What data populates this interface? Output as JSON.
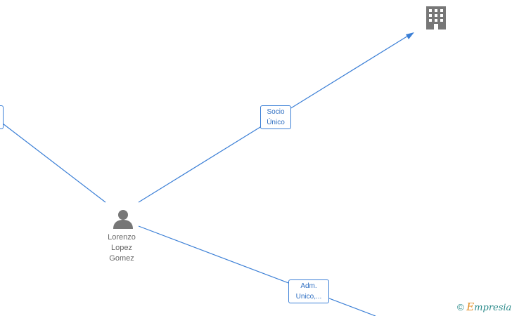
{
  "nodes": {
    "person": {
      "name_lines": [
        "Lorenzo",
        "Lopez",
        "Gomez"
      ],
      "icon": "person-icon"
    },
    "company": {
      "icon": "building-icon"
    }
  },
  "edges": {
    "socio": {
      "label_lines": [
        "Socio",
        "Único"
      ]
    },
    "adm": {
      "label_lines": [
        "Adm.",
        "Unico,..."
      ]
    }
  },
  "footer": {
    "copyright": "©",
    "brand_first": "E",
    "brand_rest": "mpresia"
  },
  "colors": {
    "edge": "#3b7fd6",
    "icon": "#777777"
  }
}
